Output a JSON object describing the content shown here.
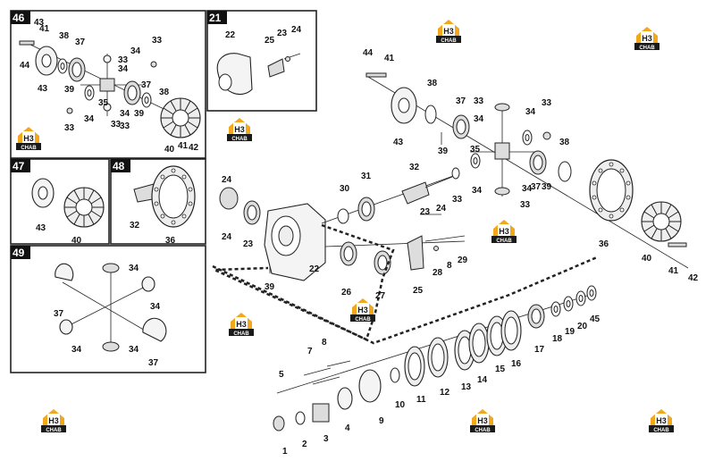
{
  "boxes": {
    "b46": "46",
    "b21": "21",
    "b47": "47",
    "b48": "48",
    "b49": "49"
  },
  "watermark": {
    "logo_letters": "H3",
    "logo_sub": "CHAB",
    "colors": {
      "house": "#f2a81d",
      "bar": "#1a1a1a"
    }
  },
  "labels_box46": [
    "46",
    "43",
    "41",
    "38",
    "37",
    "34",
    "33",
    "44",
    "33",
    "34",
    "43",
    "39",
    "37",
    "38",
    "35",
    "34",
    "39",
    "33",
    "33",
    "34",
    "33",
    "40",
    "41",
    "42"
  ],
  "labels_box21": [
    "22",
    "25",
    "23",
    "24"
  ],
  "labels_box47": [
    "43",
    "40"
  ],
  "labels_box48": [
    "32",
    "36"
  ],
  "labels_box49": [
    "34",
    "37",
    "34",
    "34",
    "34",
    "37"
  ],
  "labels_main": {
    "l44": "44",
    "l41": "41",
    "l38": "38",
    "l37": "37",
    "l33a": "33",
    "l33b": "33",
    "l34a": "34",
    "l34b": "34",
    "l43": "43",
    "l39a": "39",
    "l35": "35",
    "l38b": "38",
    "l34c": "34",
    "l34d": "34",
    "l37b": "37",
    "l39b": "39",
    "l33c": "33",
    "l33d": "33",
    "l32": "32",
    "l31": "31",
    "l30": "30",
    "l24a": "24",
    "l23a": "23",
    "l24b": "24",
    "l23b": "23",
    "l36": "36",
    "l40": "40",
    "l41b": "41",
    "l42": "42",
    "l22": "22",
    "l26": "26",
    "l27": "27",
    "l25": "25",
    "l28": "28",
    "l8a": "8",
    "l29": "29",
    "l39c": "39",
    "l5": "5",
    "l7": "7",
    "l8b": "8",
    "l1": "1",
    "l2": "2",
    "l3": "3",
    "l4": "4",
    "l9": "9",
    "l10": "10",
    "l11": "11",
    "l12": "12",
    "l13": "13",
    "l14": "14",
    "l15": "15",
    "l16": "16",
    "l17": "17",
    "l18": "18",
    "l19": "19",
    "l20": "20",
    "l45": "45"
  }
}
